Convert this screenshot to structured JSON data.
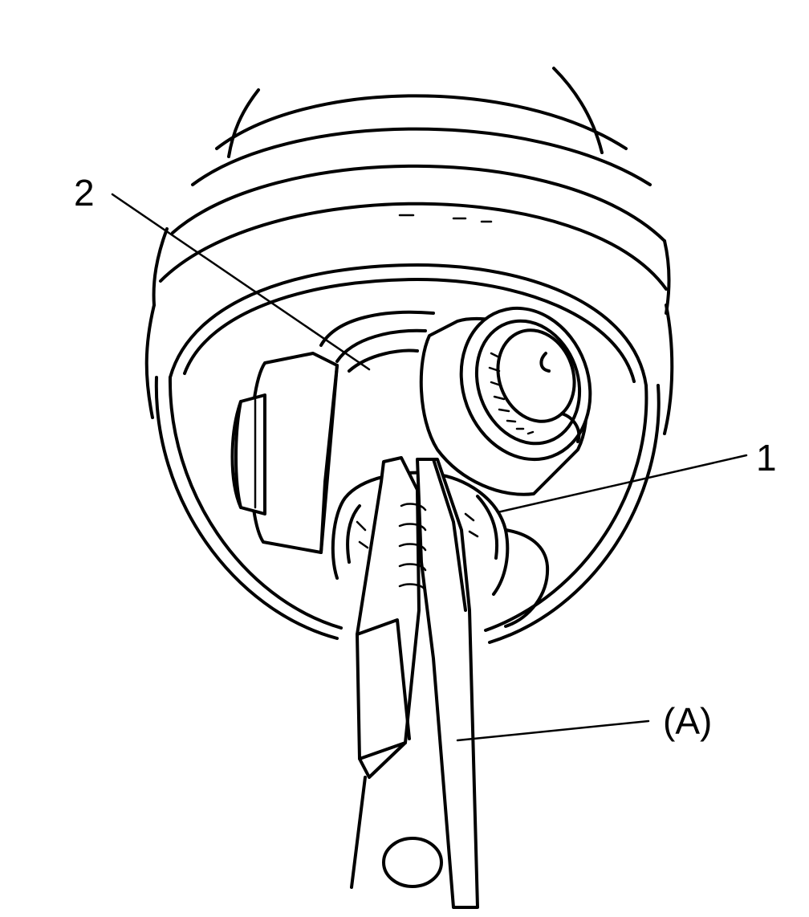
{
  "callouts": {
    "label_1": "1",
    "label_2": "2",
    "label_a": "(A)"
  },
  "colors": {
    "ink": "#000000",
    "paper": "#ffffff"
  }
}
